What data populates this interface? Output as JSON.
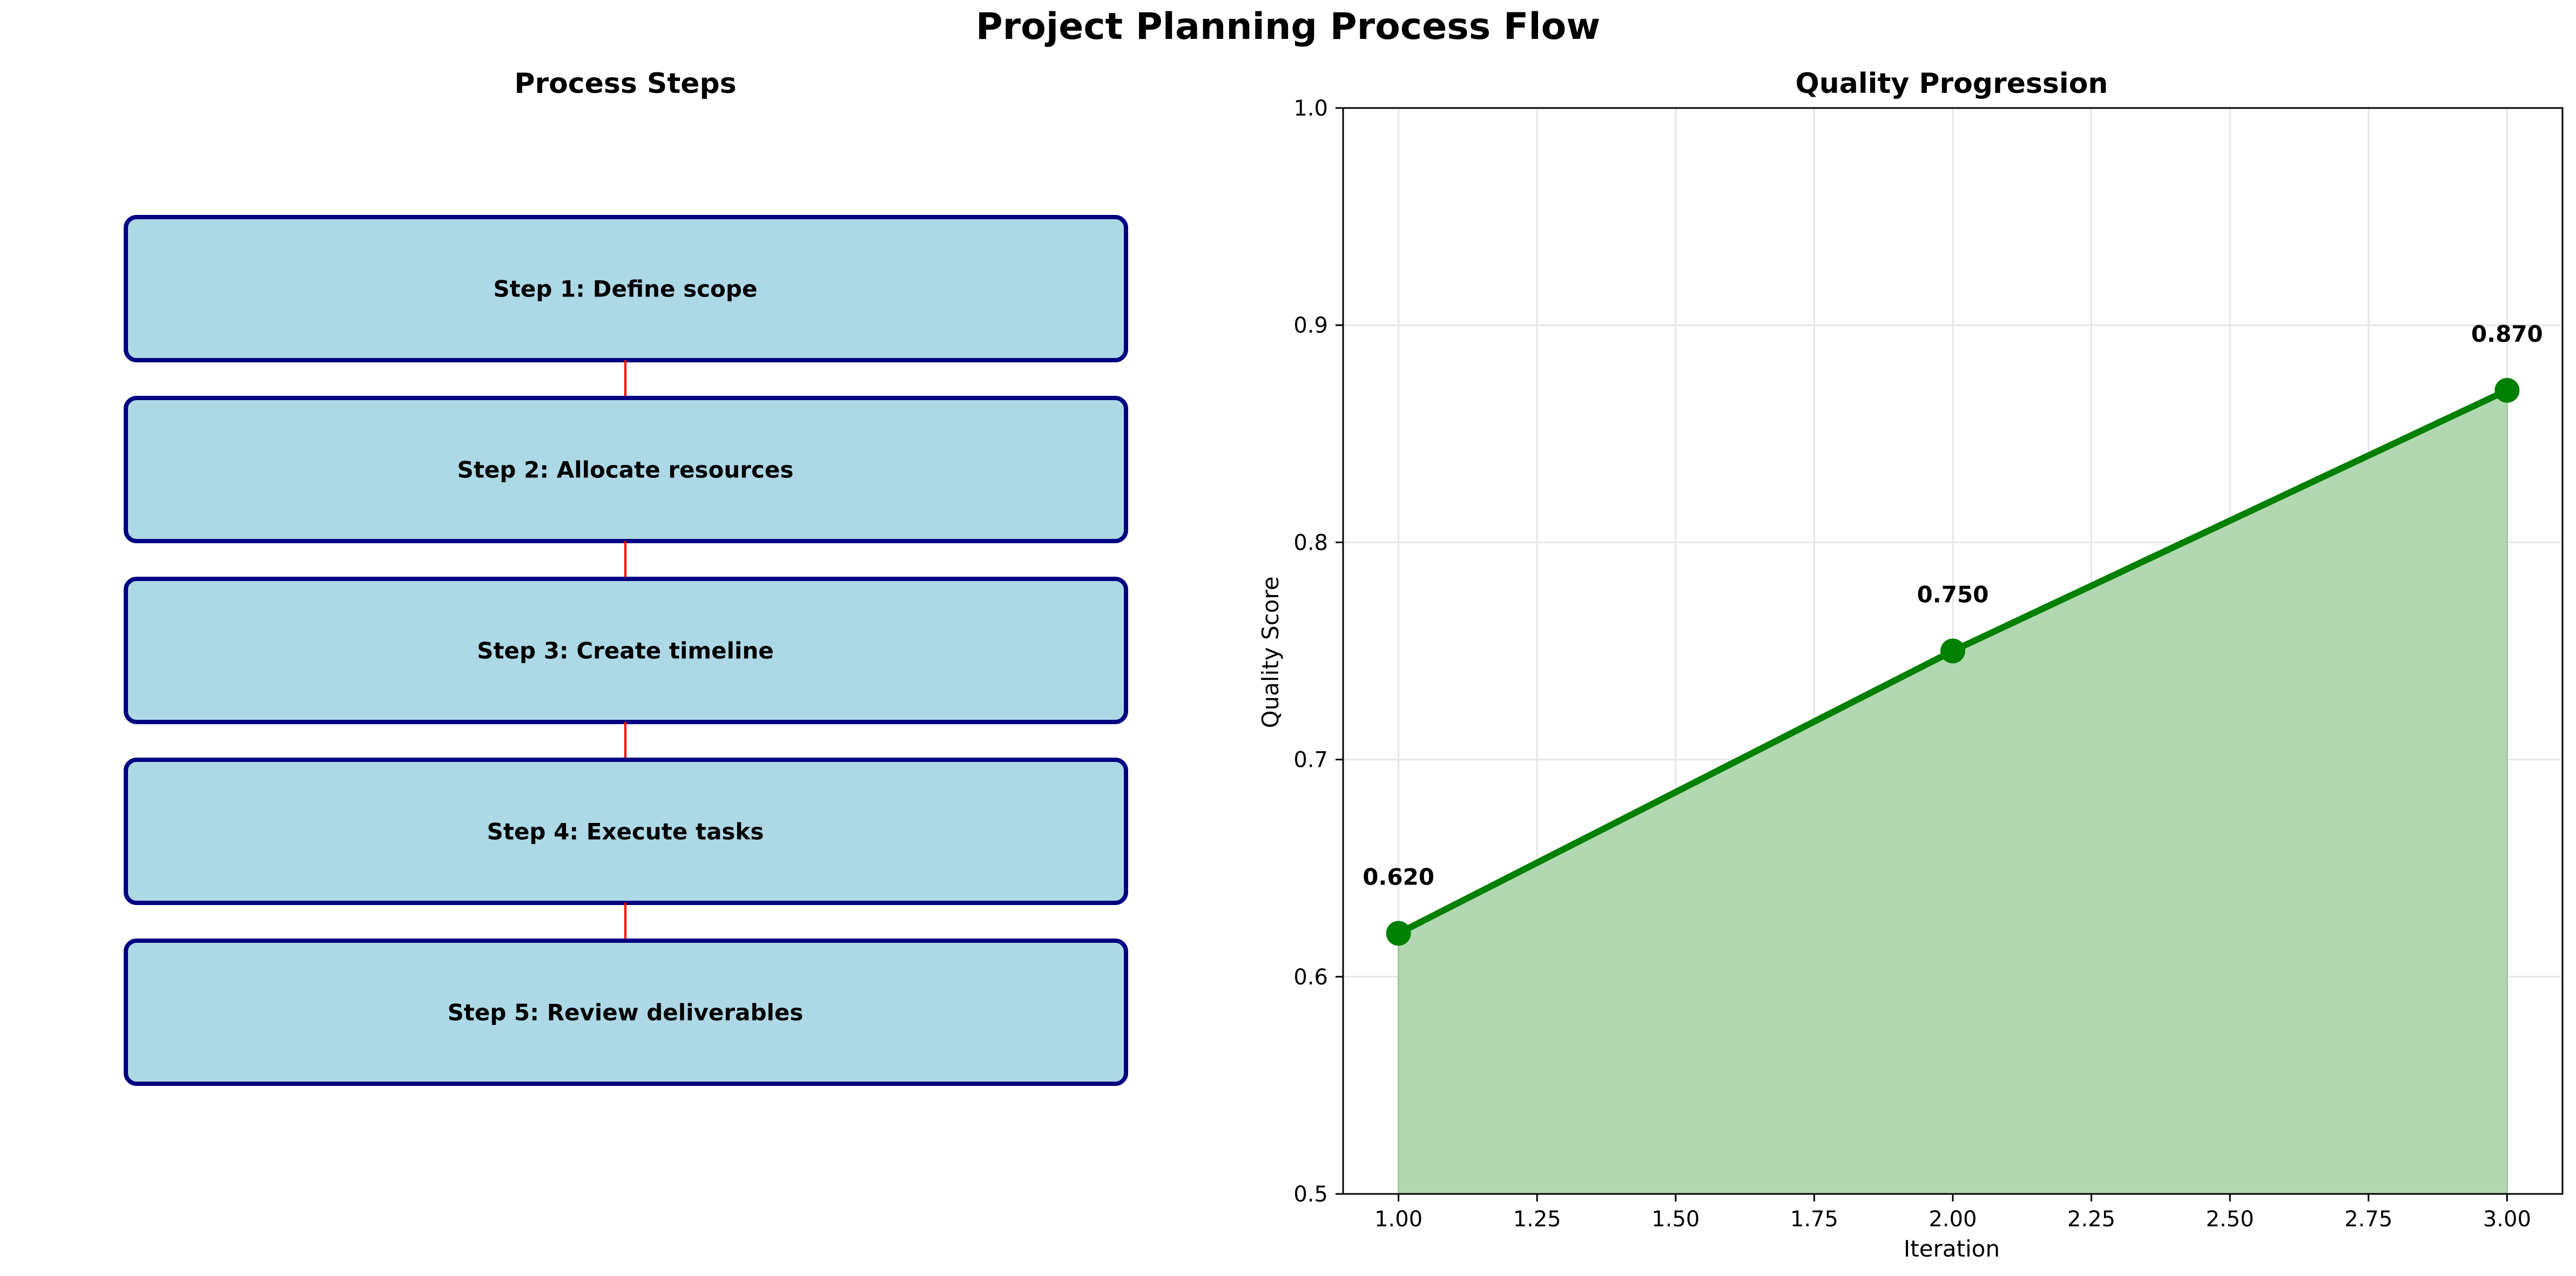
{
  "figure": {
    "title": "Project Planning Process Flow"
  },
  "process_panel": {
    "title": "Process Steps",
    "steps": [
      "Step 1: Define scope",
      "Step 2: Allocate resources",
      "Step 3: Create timeline",
      "Step 4: Execute tasks",
      "Step 5: Review deliverables"
    ],
    "colors": {
      "box_fill": "#add8e6",
      "box_border": "#000080",
      "connector": "#ff0000"
    }
  },
  "chart_data": {
    "type": "area",
    "title": "Quality Progression",
    "xlabel": "Iteration",
    "ylabel": "Quality Score",
    "x": [
      1,
      2,
      3
    ],
    "series": [
      {
        "values": [
          0.62,
          0.75,
          0.87
        ],
        "point_labels": [
          "0.620",
          "0.750",
          "0.870"
        ]
      }
    ],
    "xlim": [
      0.9,
      3.1
    ],
    "ylim": [
      0.5,
      1.0
    ],
    "xticks": [
      "1.00",
      "1.25",
      "1.50",
      "1.75",
      "2.00",
      "2.25",
      "2.50",
      "2.75",
      "3.00"
    ],
    "yticks": [
      "0.5",
      "0.6",
      "0.7",
      "0.8",
      "0.9",
      "1.0"
    ],
    "grid": true,
    "colors": {
      "line": "#008000",
      "fill": "#b2d8b2"
    }
  }
}
